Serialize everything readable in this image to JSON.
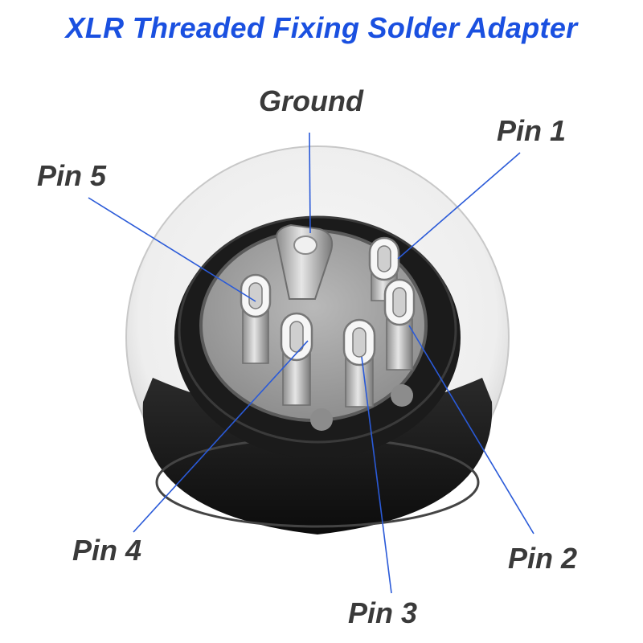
{
  "title": "XLR Threaded Fixing Solder Adapter",
  "colors": {
    "title": "#1a50e0",
    "leader": "#2a5ad8",
    "label": "#3a3a3a"
  },
  "labels": {
    "ground": "Ground",
    "pin1": "Pin 1",
    "pin2": "Pin 2",
    "pin3": "Pin 3",
    "pin4": "Pin 4",
    "pin5": "Pin 5"
  }
}
